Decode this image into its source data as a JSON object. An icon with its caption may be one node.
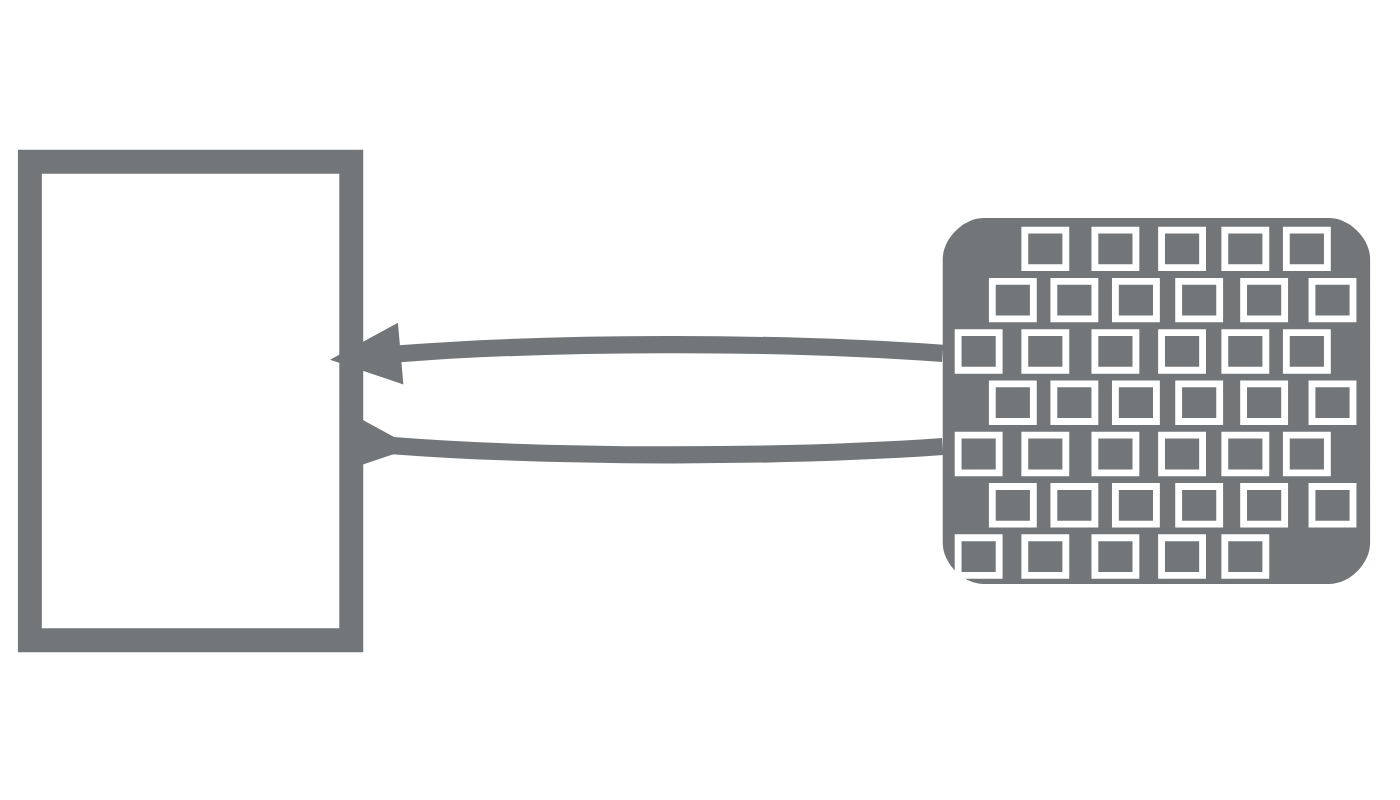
{
  "diagram": {
    "nodes": [
      {
        "text": [],
        "shape": "box"
      },
      {
        "text": [],
        "shape": "picture"
      }
    ],
    "edges": [
      {
        "from": 0,
        "to": 1,
        "arrow": "to"
      },
      {
        "from": 1,
        "to": 0,
        "arrow": "to"
      }
    ]
  }
}
